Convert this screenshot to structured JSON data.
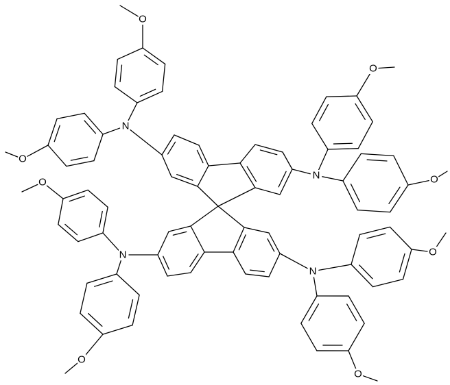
{
  "molecule": {
    "element_labels": {
      "nitrogen": "N",
      "oxygen": "O"
    },
    "atoms": [
      {
        "id": "n1",
        "el": "N"
      },
      {
        "id": "n2",
        "el": "N"
      },
      {
        "id": "n3",
        "el": "N"
      },
      {
        "id": "n4",
        "el": "N"
      },
      {
        "id": "o1",
        "el": "O"
      },
      {
        "id": "o2",
        "el": "O"
      },
      {
        "id": "o3",
        "el": "O"
      },
      {
        "id": "o4",
        "el": "O"
      },
      {
        "id": "o5",
        "el": "O"
      },
      {
        "id": "o6",
        "el": "O"
      },
      {
        "id": "o7",
        "el": "O"
      },
      {
        "id": "o8",
        "el": "O"
      }
    ]
  }
}
